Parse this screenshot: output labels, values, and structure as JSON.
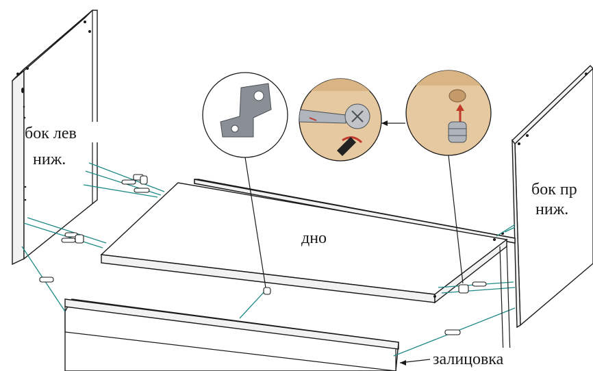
{
  "labels": {
    "left_side_line1": "бок лев",
    "left_side_line2": "ниж.",
    "right_side_line1": "бок пр",
    "right_side_line2": "ниж.",
    "bottom": "дно",
    "front_trim": "залицовка"
  },
  "callouts": [
    {
      "name": "angle-bracket",
      "icon": "angle-bracket-icon"
    },
    {
      "name": "cam-lock-tighten",
      "icon": "cam-lock-icon"
    },
    {
      "name": "cam-lock-insert",
      "icon": "cam-bolt-icon"
    }
  ],
  "colors": {
    "line": "#1a1a1a",
    "guide": "#1e8a86",
    "wood": "#e6c9a0",
    "metal": "#8a8f96"
  }
}
